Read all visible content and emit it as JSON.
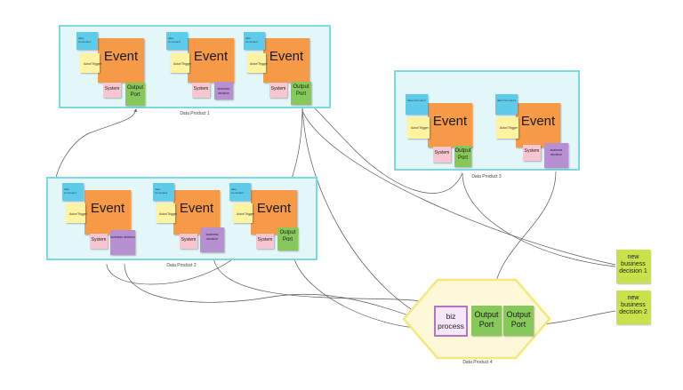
{
  "stickies": {
    "event_title": "Event",
    "system": "System",
    "output_port": "Output Port",
    "actor_trigger": "Actor/Trigger",
    "command": "data Command",
    "business_decision": "business decision"
  },
  "data_products": {
    "dp1": "Data Product 1",
    "dp2": "Data Product 2",
    "dp3": "Data Product 3",
    "dp4": "Data Product 4"
  },
  "dp4": {
    "biz_process": "biz process",
    "output_port_1": "Output Port",
    "output_port_2": "Output Port"
  },
  "decisions": {
    "nbd1": "new business decision 1",
    "nbd2": "new business decision 2"
  },
  "colors": {
    "frame_fill": "#e3f6f8",
    "frame_border": "#7fd8e0",
    "event": "#f79a47",
    "command": "#5fcbea",
    "actor": "#fdf3a0",
    "system": "#f8c6d0",
    "output_port": "#86c85a",
    "business_decision": "#b790d2",
    "hexagon_fill": "#fdf9d8",
    "hexagon_border": "#f3e87a",
    "new_decision": "#c8e34a"
  }
}
